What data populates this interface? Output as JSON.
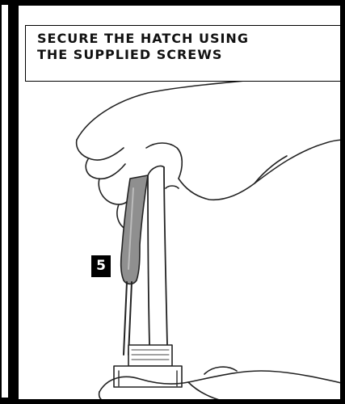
{
  "caption": {
    "line1": "SECURE THE HATCH USING",
    "line2": "THE SUPPLIED SCREWS"
  },
  "step": {
    "number": "5"
  },
  "illustration": {
    "subject": "hand-driving-screwdriver-into-hatch-icon"
  }
}
